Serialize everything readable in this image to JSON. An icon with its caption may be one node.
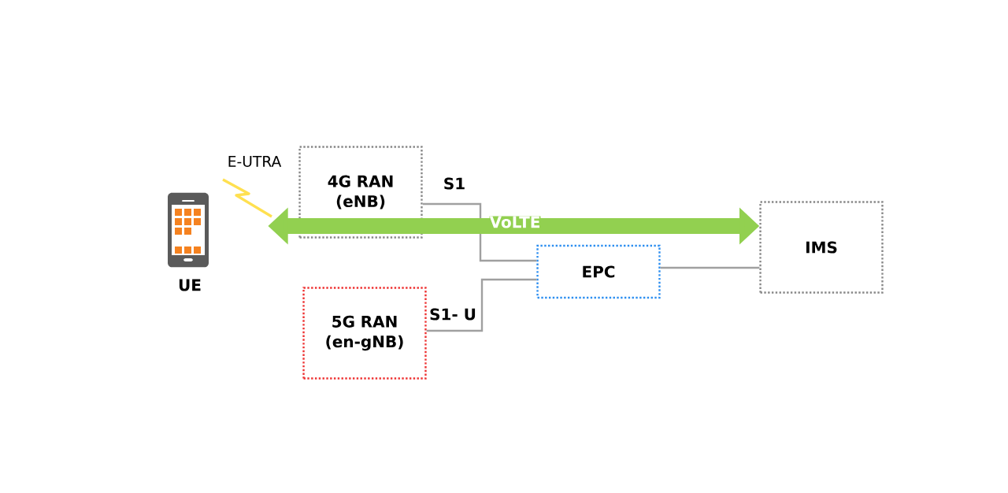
{
  "diagram": {
    "nodes": [
      {
        "text": [
          "UE"
        ]
      },
      {
        "text": [
          "4G RAN (eNB)"
        ]
      },
      {
        "text": [
          "5G RAN (en-gNB)"
        ]
      },
      {
        "text": [
          "EPC"
        ]
      },
      {
        "text": [
          "IMS"
        ]
      }
    ],
    "edges": [
      {
        "from": 1,
        "to": 3,
        "arrow": "none",
        "label": "S1"
      },
      {
        "from": 2,
        "to": 3,
        "arrow": "none",
        "label": "S1- U"
      },
      {
        "from": 3,
        "to": 4,
        "arrow": "none"
      },
      {
        "from": 1,
        "to": 4,
        "arrow": "both",
        "label": "VoLTE",
        "style": "thick",
        "color": "#92d050"
      }
    ],
    "labels": [
      "E-UTRA"
    ]
  }
}
